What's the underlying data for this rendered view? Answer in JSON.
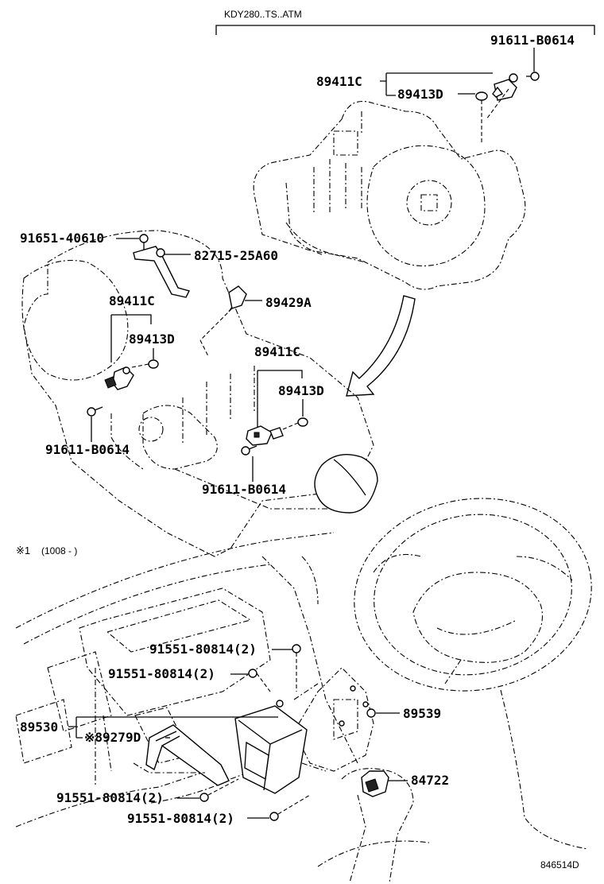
{
  "header": {
    "model_code": "KDY280..TS..ATM"
  },
  "note": {
    "symbol": "※1",
    "range": "(1008 -        )"
  },
  "callouts": {
    "top_bolt": "91611-B0614",
    "top_sensor": "89411C",
    "top_oring": "89413D",
    "bolt_91651": "91651-40610",
    "clamp_82715": "82715-25A60",
    "switch_89429": "89429A",
    "left_sensor": "89411C",
    "left_oring": "89413D",
    "right_sensor": "89411C",
    "right_oring": "89413D",
    "left_bolt": "91611-B0614",
    "right_bolt": "91611-B0614",
    "screw_a": "91551-80814(2)",
    "screw_b": "91551-80814(2)",
    "ecu": "89530",
    "ecu_sub": "※89279D",
    "bracket": "89539",
    "screw_c": "91551-80814(2)",
    "screw_d": "91551-80814(2)",
    "knob": "84722"
  },
  "footer": {
    "diagram_id": "846514D"
  }
}
